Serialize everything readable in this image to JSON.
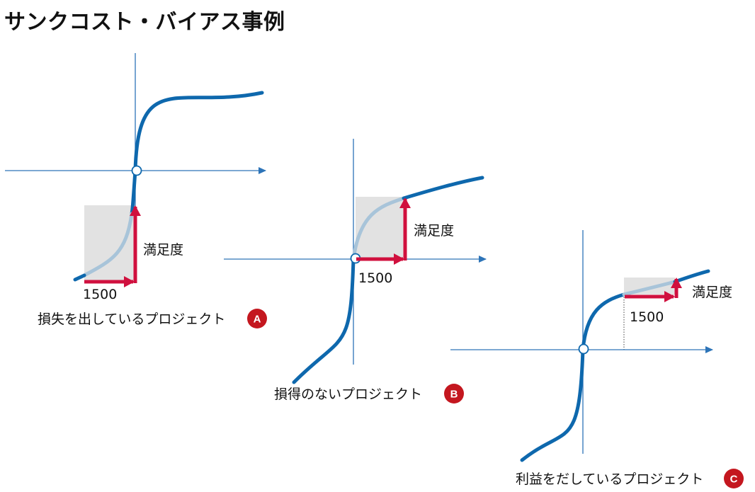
{
  "title": "サンクコスト・バイアス事例",
  "colors": {
    "curve": "#0e68ad",
    "curve_light": "#a8c4d9",
    "axis": "#2d74b8",
    "arrow": "#d0103e",
    "shade": "#e2e2e2",
    "badge": "#c4171f"
  },
  "panels": [
    {
      "id": "A",
      "caption": "損失を出しているプロジェクト",
      "badge": "A",
      "cost_label": "1500",
      "value_label": "満足度"
    },
    {
      "id": "B",
      "caption": "損得のないプロジェクト",
      "badge": "B",
      "cost_label": "1500",
      "value_label": "満足度"
    },
    {
      "id": "C",
      "caption": "利益をだしているプロジェクト",
      "badge": "C",
      "cost_label": "1500",
      "value_label": "満足度"
    }
  ]
}
